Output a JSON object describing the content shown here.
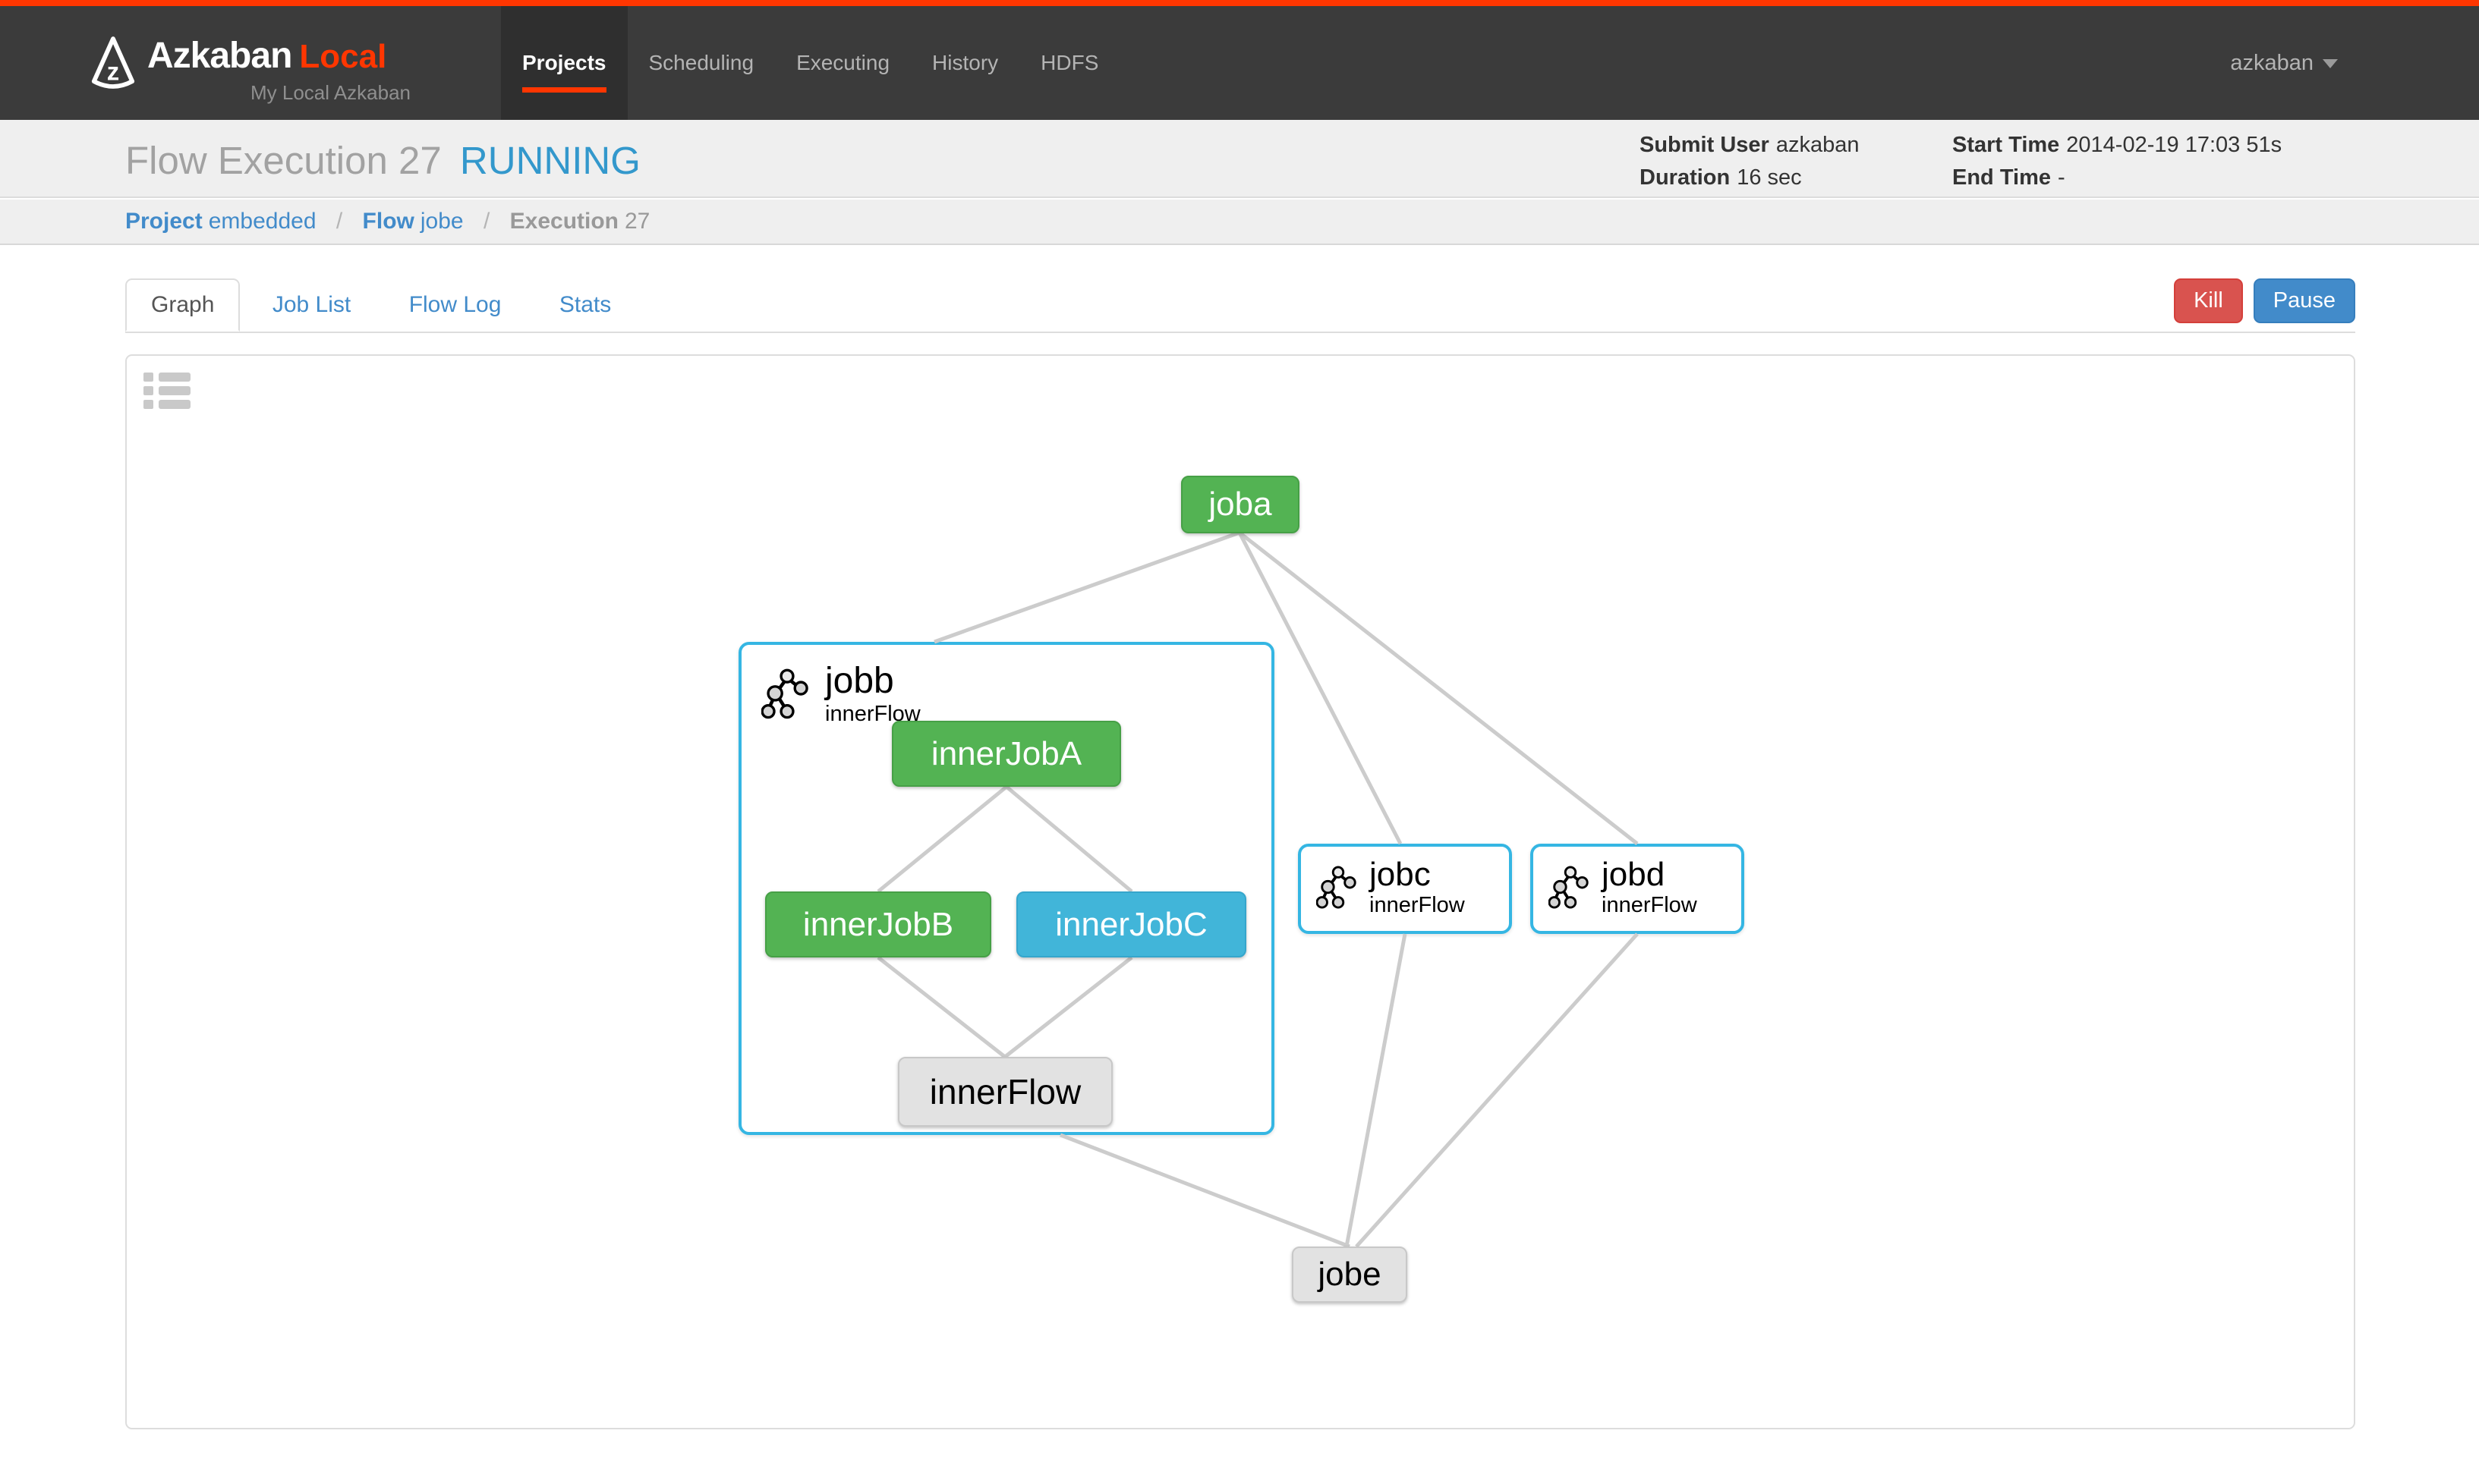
{
  "navbar": {
    "brand": "Azkaban",
    "brand_accent": "Local",
    "subtitle": "My Local Azkaban",
    "items": [
      {
        "label": "Projects",
        "active": true
      },
      {
        "label": "Scheduling",
        "active": false
      },
      {
        "label": "Executing",
        "active": false
      },
      {
        "label": "History",
        "active": false
      },
      {
        "label": "HDFS",
        "active": false
      }
    ],
    "user": "azkaban"
  },
  "header": {
    "title": "Flow Execution",
    "execution_id": "27",
    "status": "RUNNING",
    "meta": {
      "submit_user_label": "Submit User",
      "submit_user": "azkaban",
      "duration_label": "Duration",
      "duration": "16 sec",
      "start_time_label": "Start Time",
      "start_time": "2014-02-19 17:03 51s",
      "end_time_label": "End Time",
      "end_time": "-"
    }
  },
  "breadcrumb_separator": "/",
  "breadcrumb": [
    {
      "label": "Project",
      "value": "embedded"
    },
    {
      "label": "Flow",
      "value": "jobe"
    },
    {
      "label": "Execution",
      "value": "27"
    }
  ],
  "tabs": [
    {
      "label": "Graph",
      "active": true
    },
    {
      "label": "Job List",
      "active": false
    },
    {
      "label": "Flow Log",
      "active": false
    },
    {
      "label": "Stats",
      "active": false
    }
  ],
  "actions": {
    "kill": "Kill",
    "pause": "Pause"
  },
  "graph": {
    "nodes": {
      "joba": {
        "label": "joba",
        "status": "success"
      },
      "innerJobA": {
        "label": "innerJobA",
        "status": "success"
      },
      "innerJobB": {
        "label": "innerJobB",
        "status": "success"
      },
      "innerJobC": {
        "label": "innerJobC",
        "status": "running"
      },
      "innerFlow": {
        "label": "innerFlow",
        "status": "ready"
      },
      "jobe": {
        "label": "jobe",
        "status": "ready"
      }
    },
    "flows": {
      "jobb": {
        "title": "jobb",
        "subtitle": "innerFlow"
      },
      "jobc": {
        "title": "jobc",
        "subtitle": "innerFlow"
      },
      "jobd": {
        "title": "jobd",
        "subtitle": "innerFlow"
      }
    },
    "colors": {
      "success_green": "#53b353",
      "running_cyan": "#41b5d9",
      "ready_gray": "#e2e2e2",
      "flow_border_cyan": "#35b6e3",
      "edge_gray": "#cccccc",
      "status_text_blue": "#3398cc",
      "brand_orange": "#ff3601",
      "link_blue": "#428bca",
      "kill_red": "#d9534f",
      "pause_blue": "#428bca"
    }
  }
}
